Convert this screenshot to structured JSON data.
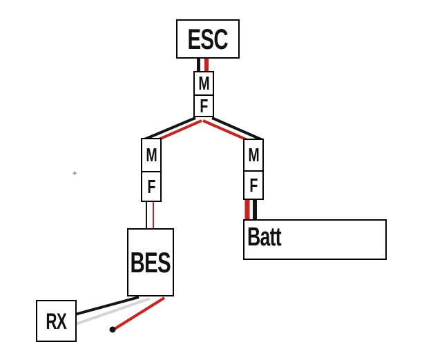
{
  "diagram": {
    "nodes": {
      "esc": {
        "label": "ESC"
      },
      "center_connector": {
        "male_label": "M",
        "female_label": "F"
      },
      "left_connector": {
        "male_label": "M",
        "female_label": "F"
      },
      "right_connector": {
        "male_label": "M",
        "female_label": "F"
      },
      "bes": {
        "label": "BES"
      },
      "batt": {
        "label": "Batt"
      },
      "rx": {
        "label": "RX"
      }
    },
    "colors": {
      "wire_black": "#141414",
      "wire_red": "#c8231e",
      "wire_gray": "#d5d5d5",
      "box_border": "#000000",
      "background": "#ffffff"
    },
    "connections": [
      {
        "from": "ESC",
        "to": "center M/F connector",
        "wires": [
          "black",
          "red"
        ]
      },
      {
        "from": "center M/F connector",
        "to": "left M/F connector",
        "wires": [
          "black",
          "red"
        ]
      },
      {
        "from": "center M/F connector",
        "to": "right M/F connector",
        "wires": [
          "black",
          "red"
        ]
      },
      {
        "from": "left M/F connector",
        "to": "BES",
        "wires": [
          "black",
          "red"
        ]
      },
      {
        "from": "right M/F connector",
        "to": "Batt",
        "wires": [
          "red",
          "black"
        ]
      },
      {
        "from": "RX",
        "to": "BES",
        "wires": [
          "black",
          "gray"
        ]
      },
      {
        "from": "BES",
        "to": "open lead ending in dot",
        "wires": [
          "red"
        ]
      }
    ],
    "stray_mark": "+"
  }
}
